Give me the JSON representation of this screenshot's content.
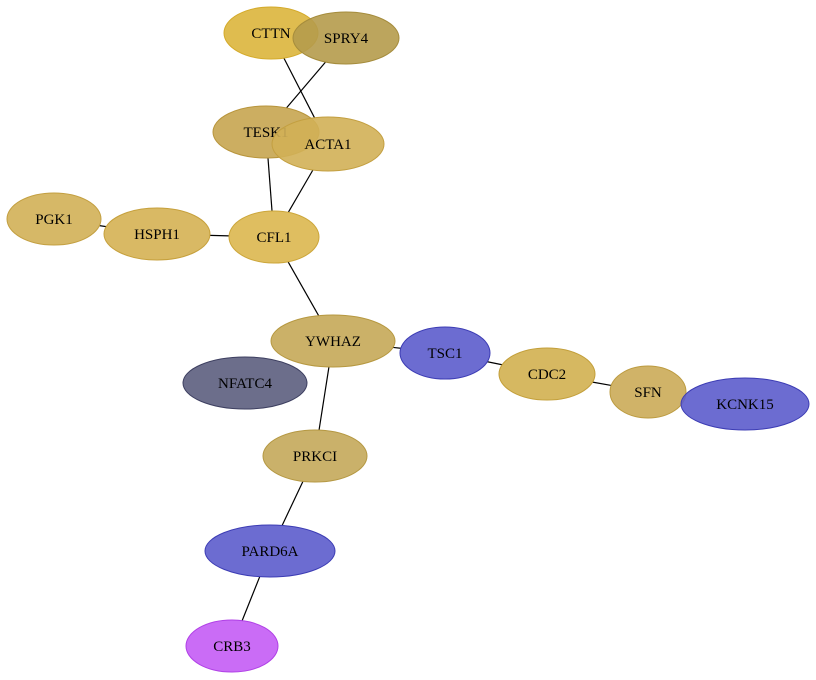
{
  "nodes": [
    {
      "id": "CTTN",
      "label": "CTTN",
      "fill": "#dbb53c",
      "stroke": "#d4aa2a"
    },
    {
      "id": "SPRY4",
      "label": "SPRY4",
      "fill": "#b59b4b",
      "stroke": "#a58c3c"
    },
    {
      "id": "TESK1",
      "label": "TESK1",
      "fill": "#c7a550",
      "stroke": "#b8953c"
    },
    {
      "id": "ACTA1",
      "label": "ACTA1",
      "fill": "#d2b057",
      "stroke": "#c39f40"
    },
    {
      "id": "PGK1",
      "label": "PGK1",
      "fill": "#d1b057",
      "stroke": "#c39f40"
    },
    {
      "id": "HSPH1",
      "label": "HSPH1",
      "fill": "#d5b153",
      "stroke": "#c6a03c"
    },
    {
      "id": "CFL1",
      "label": "CFL1",
      "fill": "#dbb74f",
      "stroke": "#cca63a"
    },
    {
      "id": "YWHAZ",
      "label": "YWHAZ",
      "fill": "#c5a858",
      "stroke": "#b69840"
    },
    {
      "id": "NFATC4",
      "label": "NFATC4",
      "fill": "#5c5e7e",
      "stroke": "#3d3f60"
    },
    {
      "id": "TSC1",
      "label": "TSC1",
      "fill": "#5c5ccc",
      "stroke": "#3c3cb4"
    },
    {
      "id": "CDC2",
      "label": "CDC2",
      "fill": "#d2b050",
      "stroke": "#c39f3a"
    },
    {
      "id": "SFN",
      "label": "SFN",
      "fill": "#cbab58",
      "stroke": "#bc9b40"
    },
    {
      "id": "KCNK15",
      "label": "KCNK15",
      "fill": "#5c5ccc",
      "stroke": "#3c3cb4"
    },
    {
      "id": "PRKCI",
      "label": "PRKCI",
      "fill": "#c4a85a",
      "stroke": "#b59842"
    },
    {
      "id": "PARD6A",
      "label": "PARD6A",
      "fill": "#5c5ccc",
      "stroke": "#3c3cb4"
    },
    {
      "id": "CRB3",
      "label": "CRB3",
      "fill": "#c45cf5",
      "stroke": "#b040e6"
    }
  ],
  "edges": [
    {
      "source": "CTTN",
      "target": "ACTA1"
    },
    {
      "source": "SPRY4",
      "target": "TESK1"
    },
    {
      "source": "TESK1",
      "target": "CFL1"
    },
    {
      "source": "ACTA1",
      "target": "CFL1"
    },
    {
      "source": "PGK1",
      "target": "HSPH1"
    },
    {
      "source": "HSPH1",
      "target": "CFL1"
    },
    {
      "source": "CFL1",
      "target": "YWHAZ"
    },
    {
      "source": "YWHAZ",
      "target": "TSC1"
    },
    {
      "source": "YWHAZ",
      "target": "PRKCI"
    },
    {
      "source": "TSC1",
      "target": "CDC2"
    },
    {
      "source": "CDC2",
      "target": "SFN"
    },
    {
      "source": "PRKCI",
      "target": "PARD6A"
    },
    {
      "source": "PARD6A",
      "target": "CRB3"
    }
  ]
}
